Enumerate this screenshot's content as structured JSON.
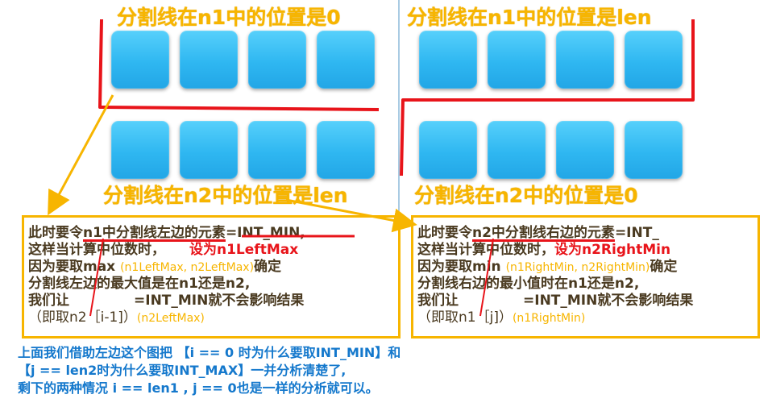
{
  "titles": {
    "top_left": "分割线在n1中的位置是0",
    "top_right": "分割线在n1中的位置是len",
    "bottom_left": "分割线在n2中的位置是len",
    "bottom_right": "分割线在n2中的位置是0"
  },
  "left_box": {
    "l1_pre": "此时要令",
    "l1_u": "n1中分割线左边的元素",
    "l1_post": "=INT_MIN,",
    "l2_pre": "这样当计算中位数时，",
    "l2_red": "设为n1LeftMax",
    "l3_pre": "因为要取",
    "l3_fn": "max",
    "l3_args": "(n1LeftMax, n2LeftMax)",
    "l3_post": "确定",
    "l4": "分割线左边的最大值是在n1还是n2,",
    "l5_pre": "我们让",
    "l5_post": "=INT_MIN就不会影响结果",
    "l6_pre": "（即取n2［i-1]）",
    "l6_orange": "(n2LeftMax)"
  },
  "right_box": {
    "l1_pre": "此时要令",
    "l1_u": "n2中分割线右边的元素",
    "l1_post": "=INT_",
    "l2_pre": "这样当计算中位数时，",
    "l2_red": "设为n2RightMin",
    "l3_pre": "因为要取",
    "l3_fn": "min",
    "l3_args": "(n1RightMin, n2RightMin)",
    "l3_post": "确定",
    "l4": "分割线右边的最小值时在n1还是n2,",
    "l5_pre": "我们让",
    "l5_post": "=INT_MIN就不会影响结果",
    "l6_pre": "（即取n1［j]）",
    "l6_orange": "(n1RightMin)"
  },
  "footer": {
    "line1": "上面我们借助左边这个图把 【i == 0 时为什么要取INT_MIN】和",
    "line2": "【j == len2时为什么要取INT_MAX】一并分析清楚了,",
    "line3": "剩下的两种情况 i == len1 , j == 0也是一样的分析就可以。"
  },
  "colors": {
    "title": "#f7b500",
    "tile": "#2fb7f1",
    "divider_red": "#e8141a",
    "box_border": "#f7b500",
    "footer_text": "#1478cc"
  }
}
